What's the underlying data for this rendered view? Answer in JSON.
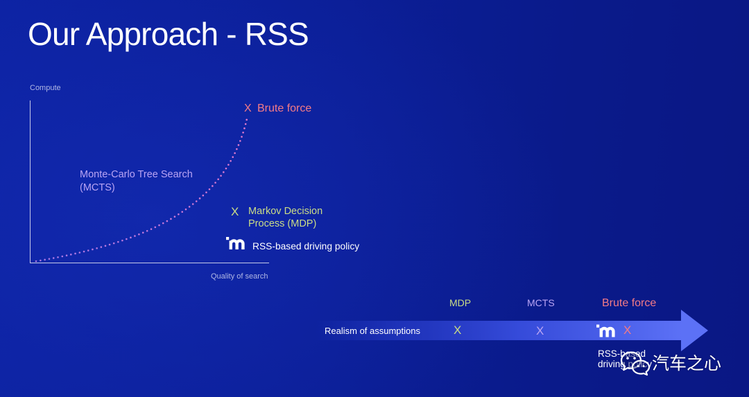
{
  "slide": {
    "title": "Our Approach - RSS"
  },
  "colors": {
    "title": "#ffffff",
    "axis_label": "#b0b7e4",
    "brute_force": "#f47b86",
    "mcts": "#b9a4f4",
    "mdp": "#cadd86",
    "rss": "#ffffff",
    "curve_start": "#a677e6",
    "curve_end": "#e47acb",
    "arrow_start": "#2b40d2",
    "arrow_end": "#5c71f6"
  },
  "graph": {
    "y_axis_label": "Compute",
    "x_axis_label": "Quality of search",
    "curve_label": [
      "Monte-Carlo Tree Search",
      "(MCTS)"
    ],
    "brute_force": {
      "marker": "X",
      "label": "Brute force"
    },
    "mdp": {
      "marker": "X",
      "label": [
        "Markov Decision",
        "Process (MDP)"
      ]
    },
    "rss": {
      "icon": "mobileye-logo-icon",
      "label": "RSS-based driving policy"
    }
  },
  "scale": {
    "axis_label": "Realism of assumptions",
    "items": [
      {
        "heading": "MDP",
        "marker": "X"
      },
      {
        "heading": "MCTS",
        "marker": "X"
      },
      {
        "heading": "Brute force",
        "marker": "X"
      }
    ],
    "rss": {
      "icon": "mobileye-logo-icon",
      "label": [
        "RSS-based",
        "driving policy"
      ]
    }
  },
  "watermark": {
    "icon": "wechat-icon",
    "text": "汽车之心"
  }
}
